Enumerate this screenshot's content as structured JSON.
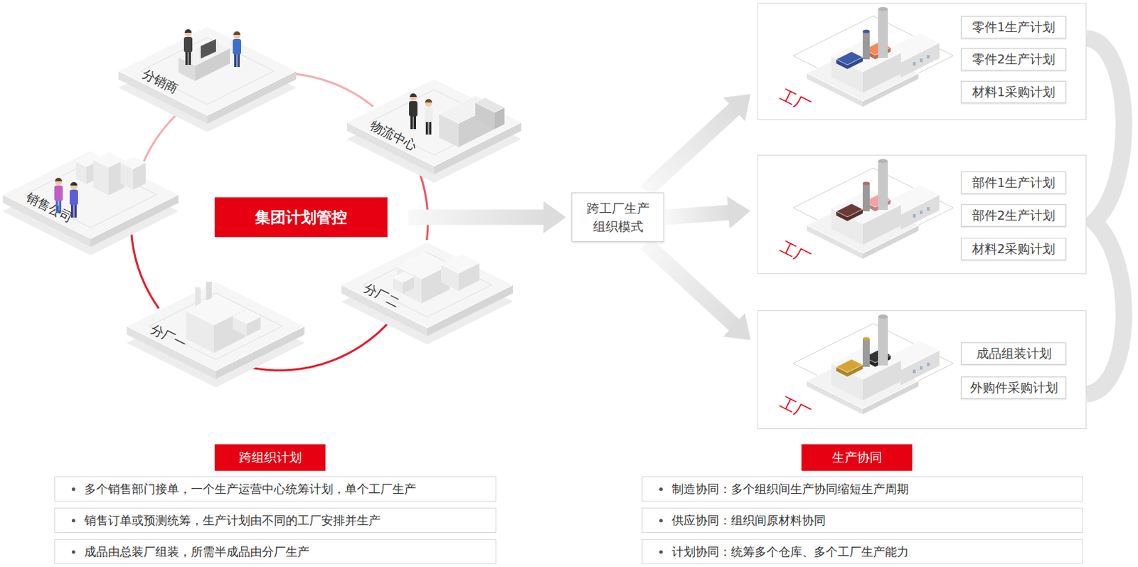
{
  "diagram": {
    "nodes": [
      {
        "text": [
          "分销商"
        ]
      },
      {
        "text": [
          "物流中心"
        ]
      },
      {
        "text": [
          "销售公司"
        ]
      },
      {
        "text": [
          "集团计划管控"
        ]
      },
      {
        "text": [
          "分厂二"
        ]
      },
      {
        "text": [
          "分厂一"
        ]
      },
      {
        "text": [
          "跨工厂生产组织模式"
        ]
      },
      {
        "text": [
          "工厂"
        ]
      },
      {
        "text": [
          "零件1生产计划"
        ],
        "in": 7
      },
      {
        "text": [
          "零件2生产计划"
        ],
        "in": 7
      },
      {
        "text": [
          "材料1采购计划"
        ],
        "in": 7
      },
      {
        "text": [
          "工厂"
        ]
      },
      {
        "text": [
          "部件1生产计划"
        ],
        "in": 11
      },
      {
        "text": [
          "部件2生产计划"
        ],
        "in": 11
      },
      {
        "text": [
          "材料2采购计划"
        ],
        "in": 11
      },
      {
        "text": [
          "工厂"
        ]
      },
      {
        "text": [
          "成品组装计划"
        ],
        "in": 15
      },
      {
        "text": [
          "外购件采购计划"
        ],
        "in": 15
      },
      {
        "text": [
          "跨组织计划"
        ]
      },
      {
        "text": [
          "多个销售部门接单，一个生产运营中心统筹计划，单个工厂生产"
        ]
      },
      {
        "text": [
          "销售订单或预测统筹，生产计划由不同的工厂安排并生产"
        ]
      },
      {
        "text": [
          "成品由总装厂组装，所需半成品由分厂生产"
        ]
      },
      {
        "text": [
          "生产协同"
        ]
      },
      {
        "text": [
          "制造协同：多个组织间生产协同缩短生产周期"
        ]
      },
      {
        "text": [
          "供应协同：组织间原材料协同"
        ]
      },
      {
        "text": [
          "计划协同：统筹多个仓库、多个工厂生产能力"
        ]
      }
    ],
    "edges": [
      {
        "from": 0,
        "to": 1,
        "arrow": "none"
      },
      {
        "from": 1,
        "to": 4,
        "arrow": "none"
      },
      {
        "from": 4,
        "to": 5,
        "arrow": "none"
      },
      {
        "from": 5,
        "to": 2,
        "arrow": "none"
      },
      {
        "from": 2,
        "to": 0,
        "arrow": "none"
      },
      {
        "from": 3,
        "to": 6,
        "arrow": "to"
      },
      {
        "from": 6,
        "to": 7,
        "arrow": "to"
      },
      {
        "from": 6,
        "to": 11,
        "arrow": "to"
      },
      {
        "from": 6,
        "to": 15,
        "arrow": "to"
      }
    ]
  }
}
